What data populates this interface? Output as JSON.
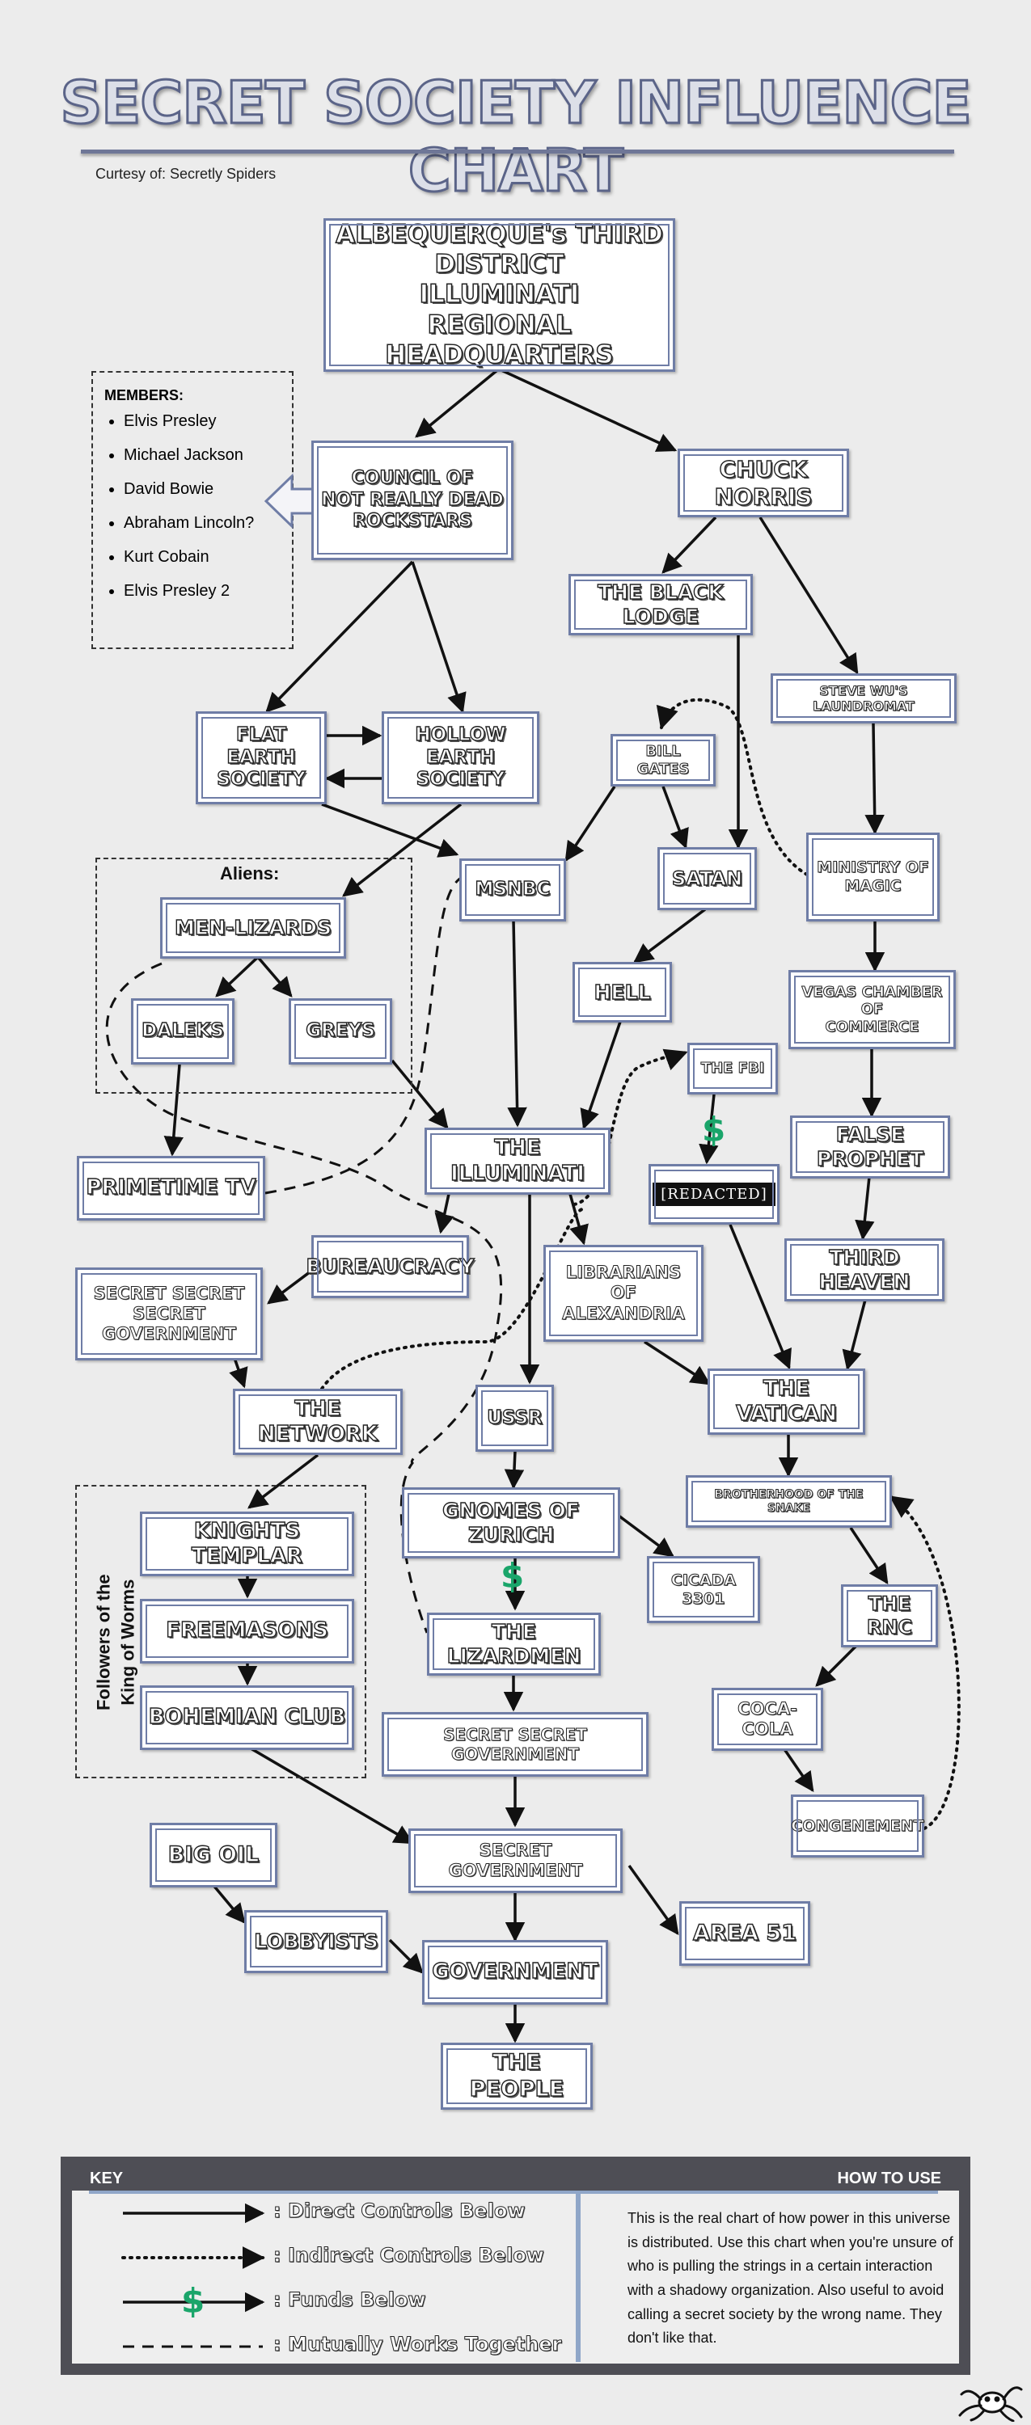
{
  "title": "SECRET SOCIETY INFLUENCE CHART",
  "credit": "Curtesy of: Secretly Spiders",
  "members": {
    "heading": "MEMBERS:",
    "items": [
      "Elvis Presley",
      "Michael Jackson",
      "David Bowie",
      "Abraham Lincoln?",
      "Kurt Cobain",
      "Elvis Presley 2"
    ]
  },
  "groups": {
    "aliens": "Aliens:",
    "worms_line1": "Followers of the",
    "worms_line2": "King of Worms"
  },
  "nodes": {
    "hq": [
      "ALBEQUERQUE's THIRD DISTRICT",
      "ILLUMINATI",
      "REGIONAL HEADQUARTERS"
    ],
    "council": [
      "COUNCIL OF",
      "NOT REALLY DEAD",
      "ROCKSTARS"
    ],
    "chuck": "CHUCK NORRIS",
    "black_lodge": "THE BLACK LODGE",
    "steve_wu": "STEVE WU'S LAUNDROMAT",
    "flat_earth": [
      "FLAT EARTH",
      "SOCIETY"
    ],
    "hollow_earth": [
      "HOLLOW EARTH",
      "SOCIETY"
    ],
    "bill_gates": "BILL GATES",
    "ministry": [
      "MINISTRY OF",
      "MAGIC"
    ],
    "men_lizards": "MEN-LIZARDS",
    "msnbc": "MSNBC",
    "satan": "SATAN",
    "daleks": "DALEKS",
    "greys": "GREYS",
    "hell": "HELL",
    "vegas": [
      "VEGAS CHAMBER OF",
      "COMMERCE"
    ],
    "fbi": "THE FBI",
    "primetime": "PRIMETIME TV",
    "illuminati": "THE ILLUMINATI",
    "redacted": "[REDACTED]",
    "false_prophet": "FALSE PROPHET",
    "bureaucracy": "BUREAUCRACY",
    "ssg": [
      "SECRET SECRET",
      "SECRET GOVERNMENT"
    ],
    "librarians": [
      "LIBRARIANS",
      "OF ALEXANDRIA"
    ],
    "third_heaven": "THIRD HEAVEN",
    "network": "THE NETWORK",
    "ussr": "USSR",
    "vatican": "THE VATICAN",
    "brotherhood": "BROTHERHOOD OF THE SNAKE",
    "templar": "KNIGHTS TEMPLAR",
    "gnomes": "GNOMES OF ZURICH",
    "cicada": "CICADA 3301",
    "rnc": "THE RNC",
    "freemasons": "FREEMASONS",
    "lizardmen": "THE LIZARDMEN",
    "bohemian": "BOHEMIAN CLUB",
    "cocacola": "COCA-COLA",
    "secret_secret_gov": "SECRET SECRET GOVERNMENT",
    "congenement": "CONGENEMENT",
    "big_oil": "BIG OIL",
    "secret_gov": "SECRET GOVERNMENT",
    "lobbyists": "LOBBYISTS",
    "area51": "AREA 51",
    "government": "GOVERNMENT",
    "people": "THE PEOPLE"
  },
  "fund_symbol": "$",
  "key": {
    "heading": "KEY",
    "howto_heading": "HOW TO USE",
    "items": [
      ": Direct Controls Below",
      ": Indirect Controls Below",
      ": Funds Below",
      ": Mutually Works Together"
    ],
    "howto_text": "This is the real chart of how power in this universe is distributed. Use this chart when you're unsure of who is pulling the strings in a certain interaction with a shadowy organization. Also useful to avoid calling a secret society by the wrong name. They don't like that."
  },
  "colors": {
    "box_border": "#6f7da6",
    "funds": "#1aa56a",
    "key_frame": "#4e4e55",
    "divider": "#8fa6c8"
  }
}
